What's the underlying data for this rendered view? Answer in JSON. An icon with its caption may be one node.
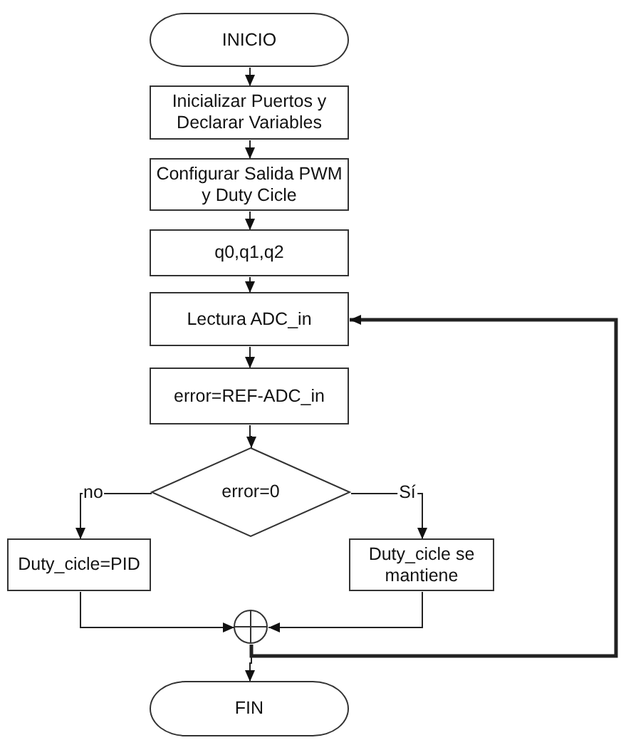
{
  "diagram": {
    "nodes": [
      {
        "text": [
          "INICIO"
        ]
      },
      {
        "text": [
          "Inicializar Puertos y Declarar Variables"
        ]
      },
      {
        "text": [
          "Configurar Salida PWM y Duty Cicle"
        ]
      },
      {
        "text": [
          "q0,q1,q2"
        ]
      },
      {
        "text": [
          "Lectura ADC_in"
        ]
      },
      {
        "text": [
          "error=REF-ADC_in"
        ]
      },
      {
        "text": [
          "error=0"
        ]
      },
      {
        "text": [
          "Duty_cicle=PID"
        ]
      },
      {
        "text": [
          "Duty_cicle se mantiene"
        ]
      },
      {
        "text": [],
        "shape": "circle"
      },
      {
        "text": [
          "FIN"
        ]
      }
    ],
    "edges": [
      {
        "from": 0,
        "to": 1,
        "arrow": "to"
      },
      {
        "from": 1,
        "to": 2,
        "arrow": "to"
      },
      {
        "from": 2,
        "to": 3,
        "arrow": "to"
      },
      {
        "from": 3,
        "to": 4,
        "arrow": "to"
      },
      {
        "from": 4,
        "to": 5,
        "arrow": "to"
      },
      {
        "from": 5,
        "to": 6,
        "arrow": "to"
      },
      {
        "from": 6,
        "to": 7,
        "arrow": "to",
        "label": "no"
      },
      {
        "from": 6,
        "to": 8,
        "arrow": "to",
        "label": "Sí"
      },
      {
        "from": 7,
        "to": 9,
        "arrow": "to"
      },
      {
        "from": 8,
        "to": 9,
        "arrow": "to"
      },
      {
        "from": 9,
        "to": 10,
        "arrow": "to"
      },
      {
        "from": 9,
        "to": 4,
        "arrow": "to",
        "style": "thick"
      }
    ]
  }
}
